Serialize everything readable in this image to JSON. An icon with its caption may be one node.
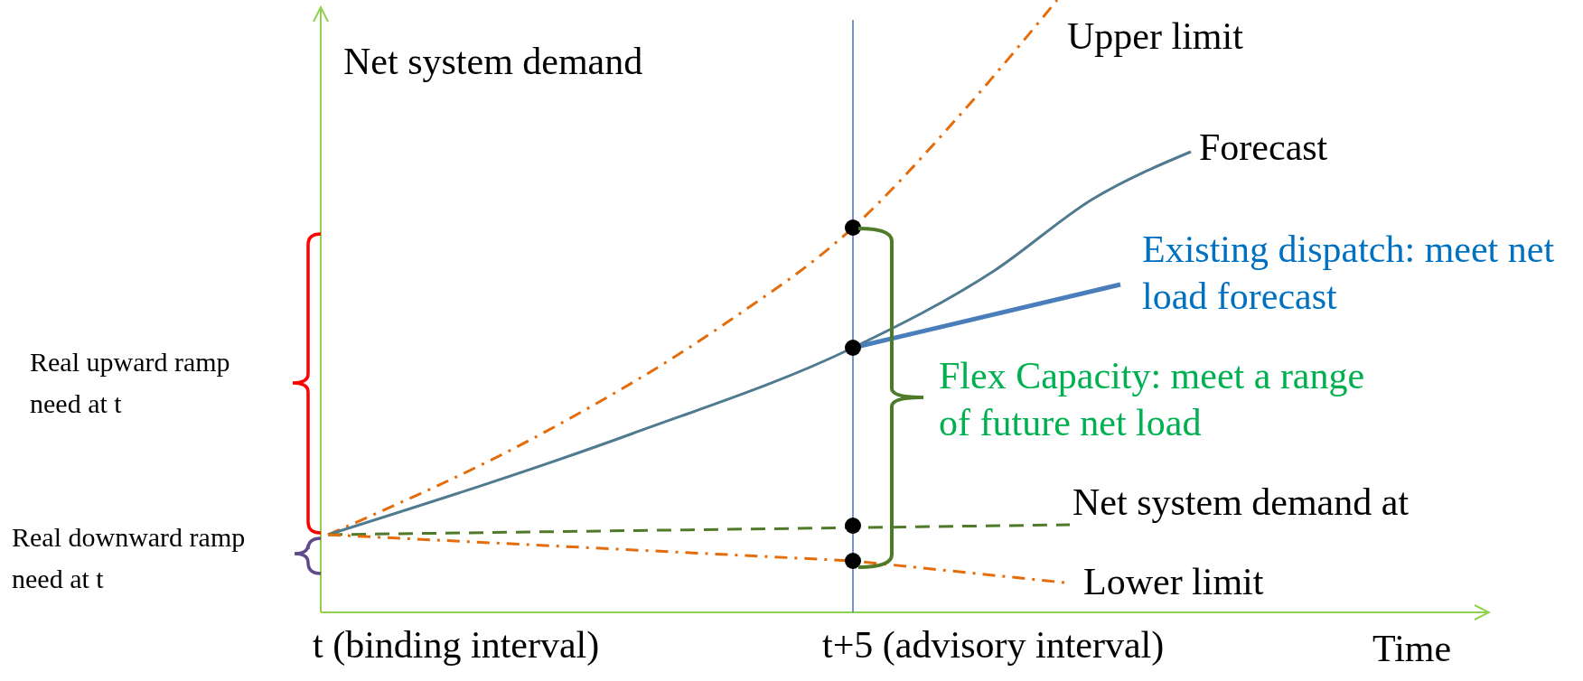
{
  "diagram": {
    "labels": [
      "Net system demand",
      "Upper limit",
      "Forecast",
      "Existing dispatch: meet net load forecast",
      "Real upward ramp need at t",
      "Flex Capacity: meet a range of future net load",
      "Net system demand at",
      "Real downward ramp need at t",
      "Lower limit",
      "t (binding interval)",
      "t+5 (advisory interval)",
      "Time"
    ]
  }
}
